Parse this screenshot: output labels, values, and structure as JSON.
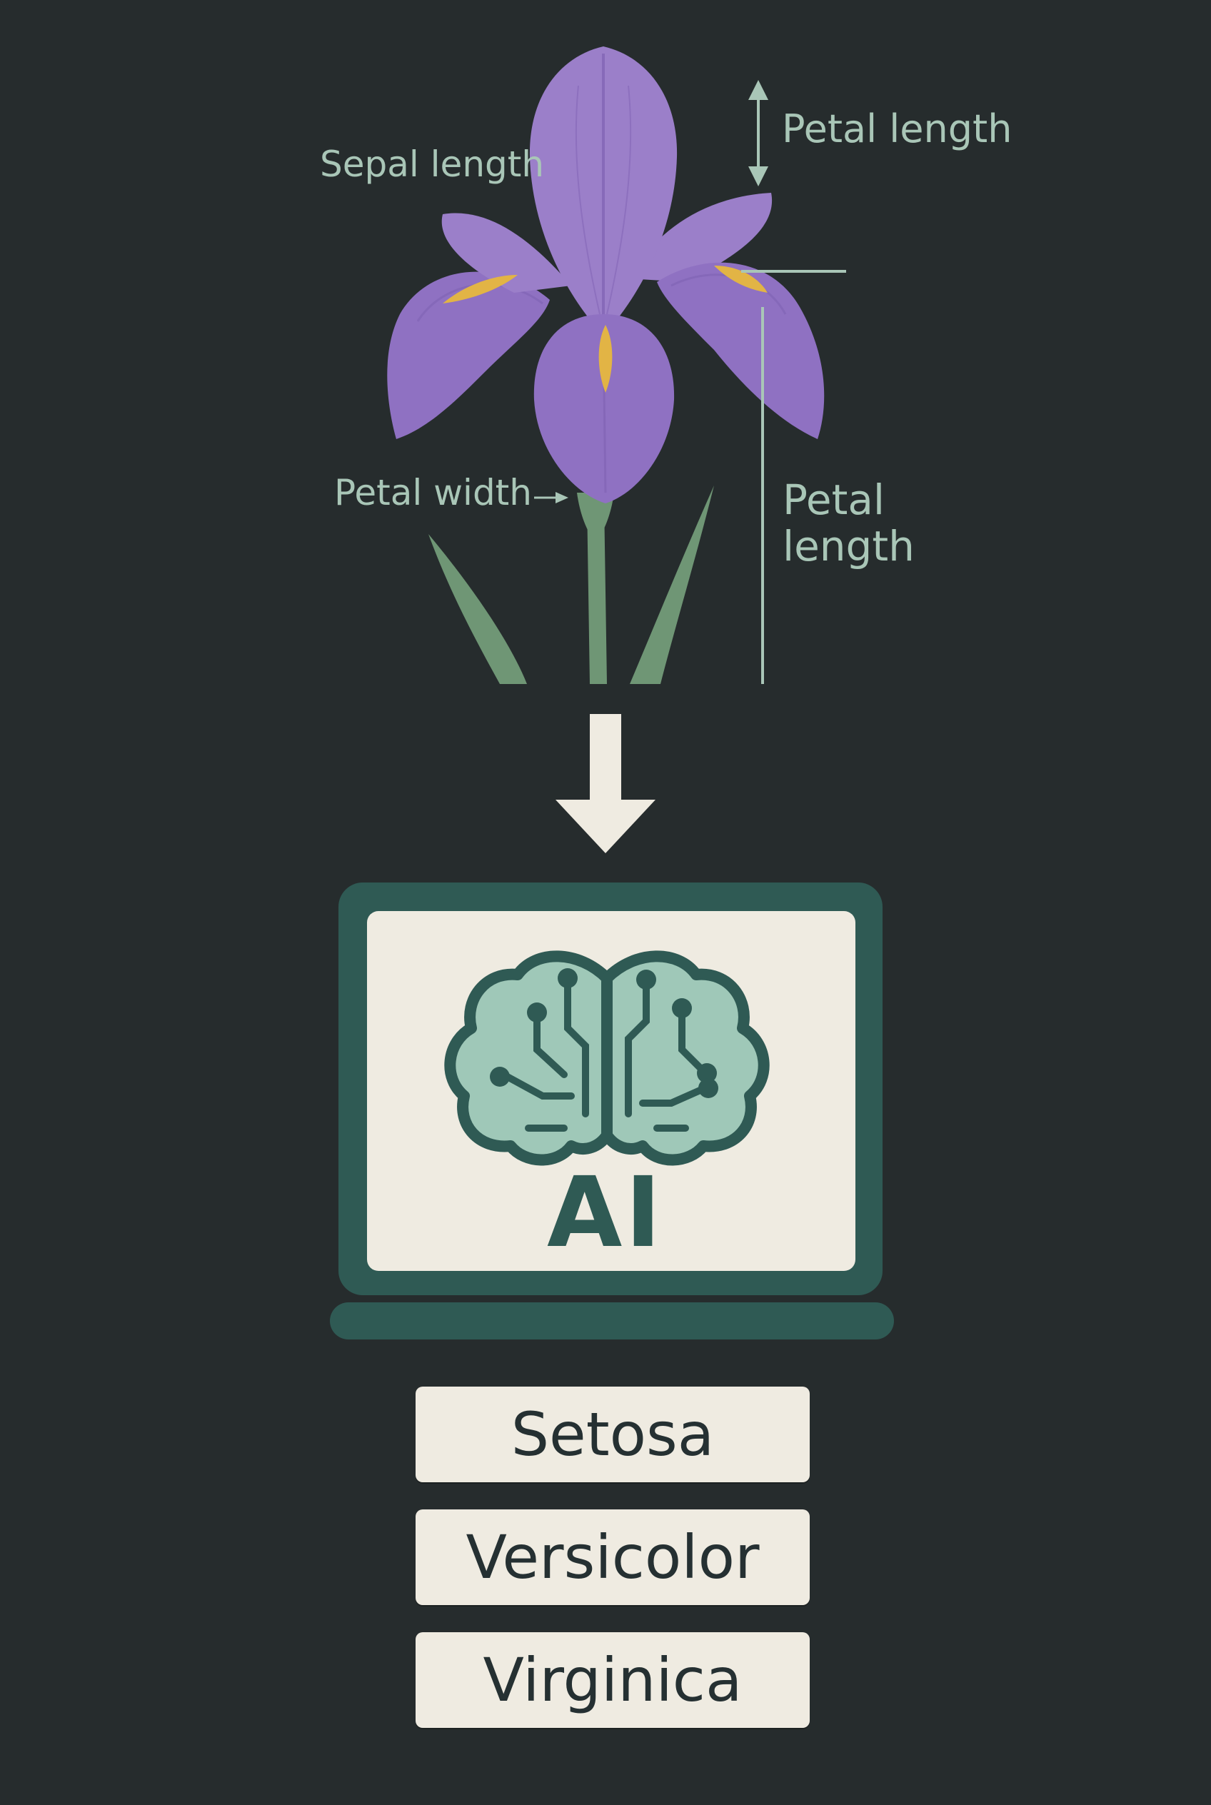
{
  "annotations": {
    "sepal_length": "Sepal length",
    "petal_length_top": "Petal length",
    "petal_width": "Petal width",
    "petal_length_side": "Petal length"
  },
  "model": {
    "label": "AI"
  },
  "classes": [
    "Setosa",
    "Versicolor",
    "Virginica"
  ],
  "colors": {
    "background": "#262c2d",
    "petal": "#9b7fc9",
    "petal_dark": "#7f62b3",
    "beard": "#e2b445",
    "leaf": "#6f9675",
    "annotation": "#a9c6b7",
    "laptop_frame": "#2f5a54",
    "screen": "#efebe1",
    "brain_fill": "#9fc8b8",
    "arrow": "#efebe1"
  },
  "icons": [
    "iris-flower-illustration",
    "down-arrow-icon",
    "laptop-icon",
    "brain-circuit-icon"
  ]
}
